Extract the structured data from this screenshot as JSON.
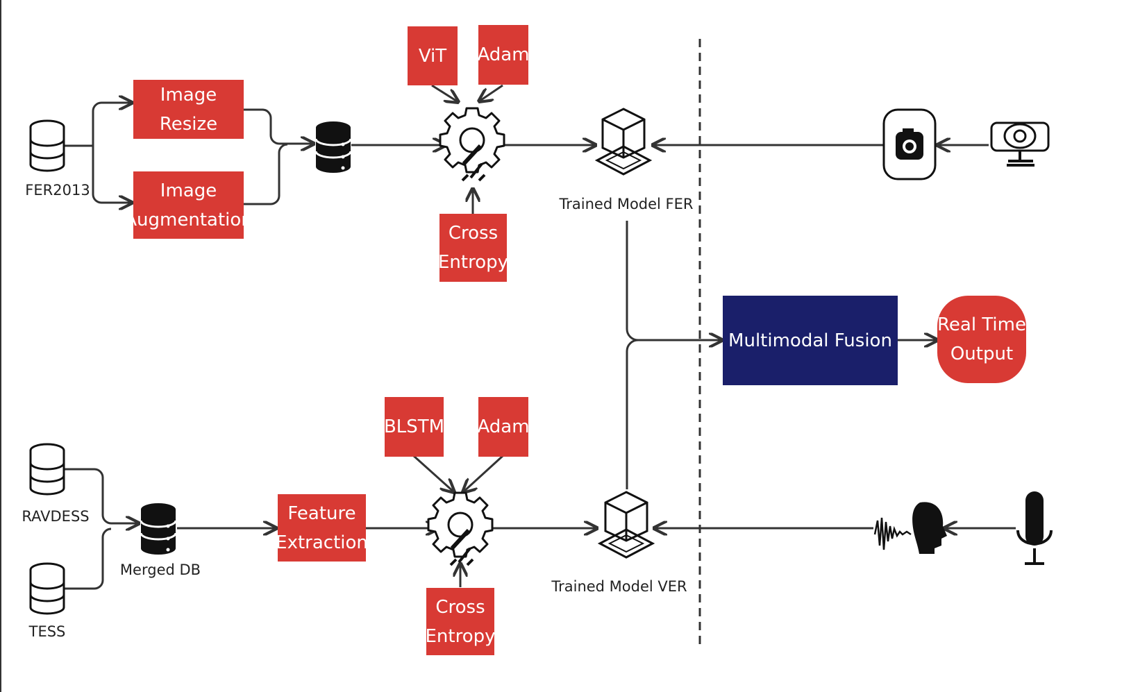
{
  "datasets": {
    "fer": "FER2013",
    "ravdess": "RAVDESS",
    "tess": "TESS",
    "merged": "Merged DB"
  },
  "fer_pipeline": {
    "resize": "Image Resize",
    "augmentation": [
      "Image",
      "Augmentation"
    ],
    "model": "ViT",
    "optimizer": "Adam",
    "loss": [
      "Cross",
      "Entropy"
    ],
    "trained": "Trained Model FER"
  },
  "ver_pipeline": {
    "feature": [
      "Feature",
      "Extraction"
    ],
    "model": "BLSTM",
    "optimizer": "Adam",
    "loss": [
      "Cross",
      "Entropy"
    ],
    "trained": "Trained Model VER"
  },
  "fusion": "Multimodal Fusion",
  "output": [
    "Real Time",
    "Output"
  ],
  "colors": {
    "red": "#d83a34",
    "navy": "#1a1f6a",
    "line": "#333333"
  },
  "icons": [
    "database-icon",
    "server-database-icon",
    "gear-wrench-icon",
    "cube-model-icon",
    "camera-icon",
    "webcam-icon",
    "speaking-head-icon",
    "microphone-icon"
  ]
}
